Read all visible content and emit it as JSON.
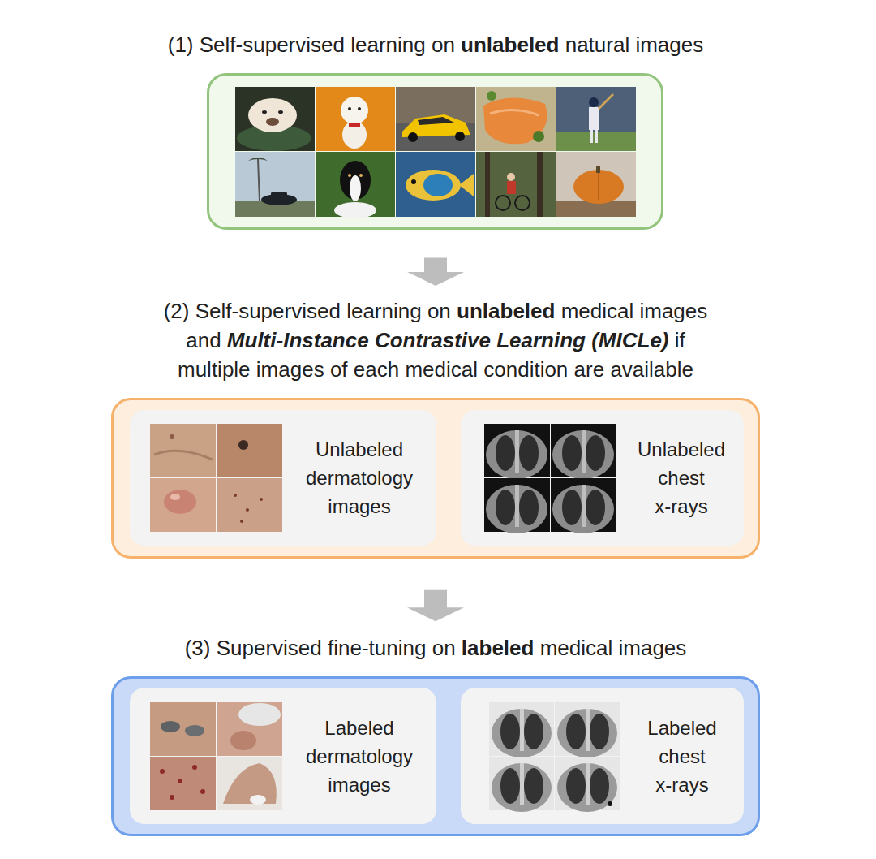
{
  "diagram": {
    "nodes": [
      {
        "text": [
          "(1) Self-supervised learning on unlabeled natural images"
        ]
      },
      {
        "text": [
          "(2) Self-supervised learning on unlabeled medical images and Multi-Instance Contrastive Learning (MICLe) if multiple images of each medical condition are available"
        ]
      },
      {
        "text": [
          "Unlabeled dermatology images"
        ],
        "in": 1
      },
      {
        "text": [
          "Unlabeled chest x-rays"
        ],
        "in": 1
      },
      {
        "text": [
          "(3) Supervised fine-tuning on labeled medical images"
        ]
      },
      {
        "text": [
          "Labeled dermatology images"
        ],
        "in": 4
      },
      {
        "text": [
          "Labeled chest x-rays"
        ],
        "in": 4
      }
    ],
    "edges": [
      {
        "from": 0,
        "to": 1,
        "arrow": "to"
      },
      {
        "from": 1,
        "to": 4,
        "arrow": "to"
      }
    ]
  }
}
